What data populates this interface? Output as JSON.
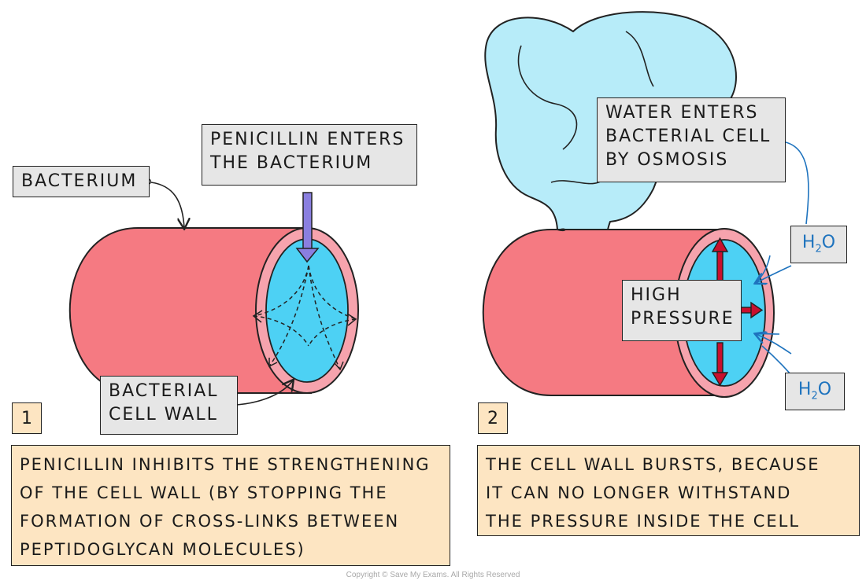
{
  "labels": {
    "bacterium": "BACTERIUM",
    "penicillin_enters_line1": "PENICILLIN ENTERS",
    "penicillin_enters_line2": "THE BACTERIUM",
    "cell_wall_line1": "BACTERIAL",
    "cell_wall_line2": "CELL WALL",
    "water_line1": "WATER ENTERS",
    "water_line2": "BACTERIAL CELL",
    "water_line3": "BY OSMOSIS",
    "high_pressure_line1": "HIGH",
    "high_pressure_line2": "PRESSURE",
    "h2o_top": {
      "main": "H",
      "sub": "2",
      "tail": "O"
    },
    "h2o_bottom": {
      "main": "H",
      "sub": "2",
      "tail": "O"
    }
  },
  "panels": [
    {
      "number": "1",
      "caption": [
        "PENICILLIN INHIBITS THE STRENGTHENING",
        "OF THE CELL WALL (BY STOPPING THE",
        "FORMATION OF CROSS-LINKS BETWEEN",
        "PEPTIDOGLYCAN MOLECULES)"
      ]
    },
    {
      "number": "2",
      "caption": [
        "THE CELL WALL BURSTS, BECAUSE",
        "IT CAN NO LONGER WITHSTAND",
        "THE PRESSURE INSIDE THE CELL"
      ]
    }
  ],
  "copyright": "Copyright © Save My Exams. All Rights Reserved",
  "colors": {
    "bacterium_body": "#f57a82",
    "cell_wall": "#f6a3ad",
    "cytoplasm": "#4dd1f4",
    "burst_water": "#b7ecf9",
    "label_bg": "#e6e6e6",
    "caption_bg": "#fde5c2",
    "penicillin_arrow": "#8a7fe0",
    "pressure_arrow": "#c8102e",
    "water_arrow": "#1e73be"
  }
}
